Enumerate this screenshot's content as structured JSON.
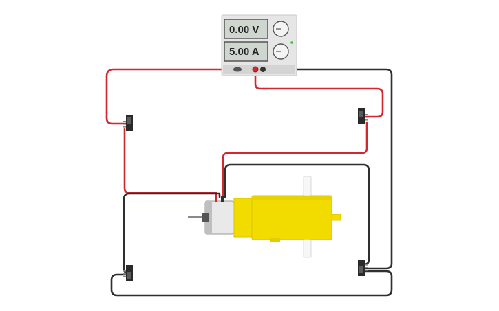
{
  "power_supply": {
    "voltage_display": "0.00 V",
    "current_display": "5.00 A"
  },
  "colors": {
    "wire_positive": "#d22630",
    "wire_negative": "#2f2f2f",
    "motor_body": "#f2dc00",
    "supply_panel": "#e6e6e6"
  },
  "components": [
    "power-supply",
    "dc-gear-motor",
    "switch-top-left",
    "switch-top-right",
    "switch-bottom-left",
    "switch-bottom-right"
  ]
}
